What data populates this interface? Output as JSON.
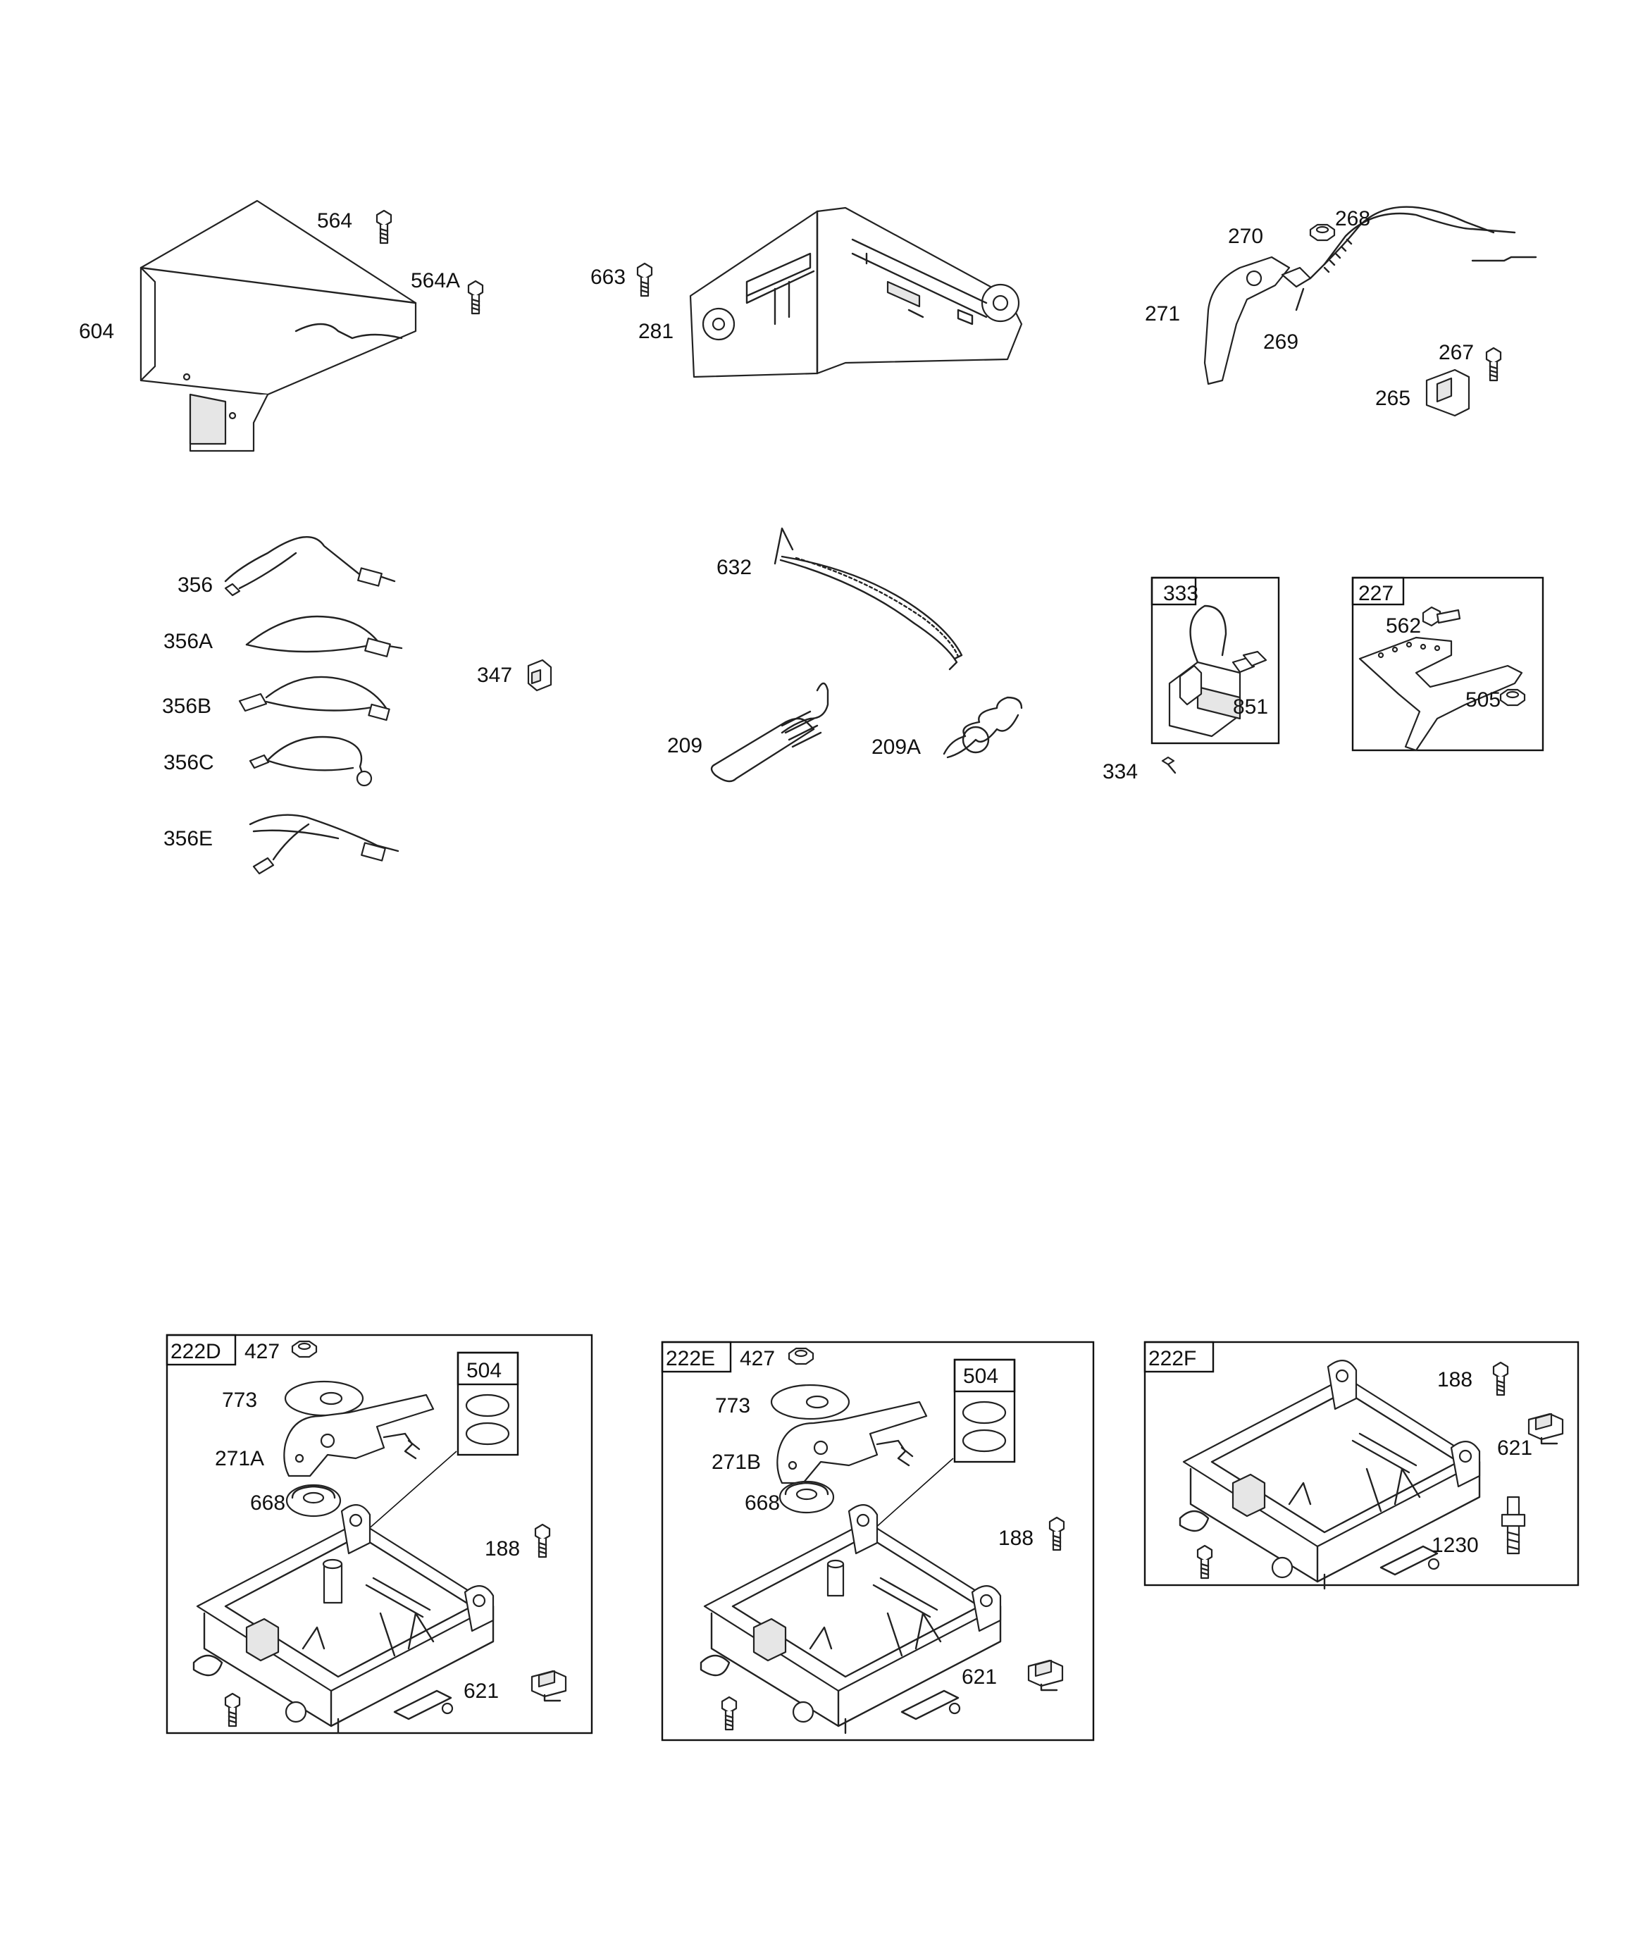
{
  "labels": {
    "p564": "564",
    "p564A": "564A",
    "p604": "604",
    "p663": "663",
    "p281": "281",
    "p270": "270",
    "p268": "268",
    "p271": "271",
    "p269": "269",
    "p267": "267",
    "p265": "265",
    "p356": "356",
    "p356A": "356A",
    "p356B": "356B",
    "p356C": "356C",
    "p356E": "356E",
    "p347": "347",
    "p632": "632",
    "p209": "209",
    "p209A": "209A",
    "p333": "333",
    "p851": "851",
    "p334": "334",
    "p227": "227",
    "p562": "562",
    "p505": "505"
  },
  "kit_d": {
    "box": "222D",
    "p427": "427",
    "p773": "773",
    "p271": "271A",
    "p668": "668",
    "p504": "504",
    "p188": "188",
    "p621": "621"
  },
  "kit_e": {
    "box": "222E",
    "p427": "427",
    "p773": "773",
    "p271": "271B",
    "p668": "668",
    "p504": "504",
    "p188": "188",
    "p621": "621"
  },
  "kit_f": {
    "box": "222F",
    "p188": "188",
    "p621": "621",
    "p1230": "1230"
  }
}
